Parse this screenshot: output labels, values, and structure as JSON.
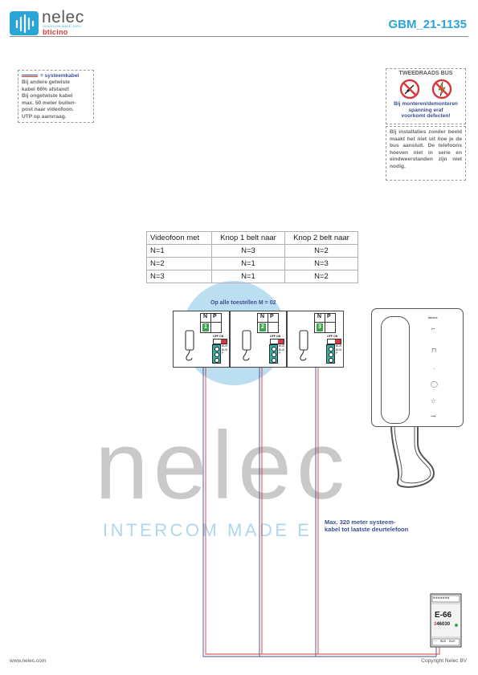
{
  "header": {
    "brand": "nelec",
    "brand_tagline": "INTERCOM MADE EASY",
    "brand_partner": "bticino",
    "doc_code": "GBM_21-1135"
  },
  "cable_note": {
    "legend": "= systeemkabel",
    "lines": [
      "Bij andere getwiste",
      "kabel 66% afstand!",
      "Bij ongetwiste kabel",
      "max. 50 meter buiten-",
      "post naar videofoon.",
      "UTP op aanvraag."
    ],
    "colors": {
      "blue": "#3d4e93",
      "red": "#d6393d"
    }
  },
  "bus_note": {
    "title": "TWEEDRAADS BUS",
    "warning_lines": [
      "Bij monteren/demonteren",
      "spanning eraf",
      "voorkomt defecten!"
    ],
    "icons": [
      "no-unplug-icon",
      "no-voltage-icon"
    ]
  },
  "install_note": {
    "text_before": "Bij installaties zonder beeld maakt het niet uit ",
    "emphasis": "hoe",
    "text_after": " je de bus aansluit. De telefoons hoeven niet in serie en eindweerstanden zijn niet nodig."
  },
  "table": {
    "headers": [
      "Videofoon met",
      "Knop 1 belt naar",
      "Knop 2 belt naar"
    ],
    "rows": [
      [
        "N=1",
        "N=3",
        "N=2"
      ],
      [
        "N=2",
        "N=1",
        "N=3"
      ],
      [
        "N=3",
        "N=1",
        "N=2"
      ]
    ]
  },
  "diagram": {
    "address_label": "Op alle toestellen M = 02",
    "max_cable_label": [
      "Max. 320 meter systeem-",
      "kabel tot laatste deurtelefoon"
    ],
    "module_header": [
      "N",
      "P"
    ],
    "module_switch_label": "OFF ON",
    "module_terminals": [
      "BUS",
      "BUS",
      "P"
    ],
    "modules": [
      {
        "n": "1"
      },
      {
        "n": "2"
      },
      {
        "n": "3"
      }
    ],
    "handset_brand": "bticino",
    "handset_buttons": [
      "⌐",
      "⊓",
      "·",
      "◯",
      "☆",
      "⊸"
    ],
    "psu": {
      "name": "E-66",
      "code_prefix": "3",
      "code_rest": "46030",
      "terminals_top": [
        "⊕",
        "⊕",
        "⊕",
        "⊕",
        "⊕",
        "⊕",
        "⊕"
      ],
      "terminals_bottom": [
        "~ ~",
        "BUS",
        "BUS"
      ]
    },
    "colors": {
      "module_green": "#3aa84a",
      "terminal_teal": "#37b0a4",
      "wire_blue": "#3d4e93",
      "wire_red": "#d6393d"
    }
  },
  "watermark": {
    "word": "nelec",
    "tagline": "INTERCOM MADE E"
  },
  "footer": {
    "left": "www.nelec.com",
    "right": "Copyright Nelec BV"
  }
}
